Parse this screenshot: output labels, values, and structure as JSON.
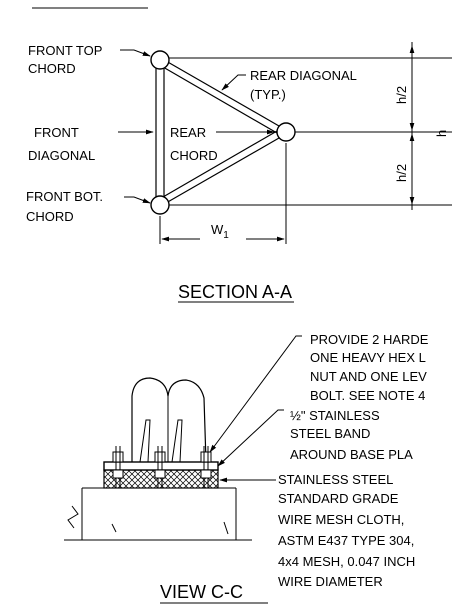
{
  "section_a": {
    "front_top_chord": [
      "FRONT TOP",
      "CHORD"
    ],
    "front_diagonal": [
      "FRONT",
      "DIAGONAL"
    ],
    "front_bot_chord": [
      "FRONT BOT.",
      "CHORD"
    ],
    "rear_chord": [
      "REAR",
      "CHORD"
    ],
    "rear_diagonal": [
      "REAR DIAGONAL",
      "(TYP.)"
    ],
    "dim_half_top": "h/2",
    "dim_half_bottom": "h/2",
    "dim_h": "h",
    "dim_w": "W",
    "dim_w_sub": "1",
    "title": "SECTION A-A"
  },
  "view_c": {
    "note_anchor": [
      "PROVIDE 2 HARDE",
      "ONE HEAVY HEX L",
      "NUT AND ONE LEV",
      "BOLT. SEE NOTE 4"
    ],
    "note_band": [
      "½\" STAINLESS",
      "STEEL BAND",
      "AROUND BASE PLA"
    ],
    "note_mesh": [
      "STAINLESS STEEL",
      "STANDARD GRADE",
      "WIRE MESH CLOTH,",
      "ASTM E437 TYPE 304,",
      "4x4 MESH, 0.047 INCH",
      "WIRE DIAMETER"
    ],
    "title": "VIEW C-C"
  }
}
